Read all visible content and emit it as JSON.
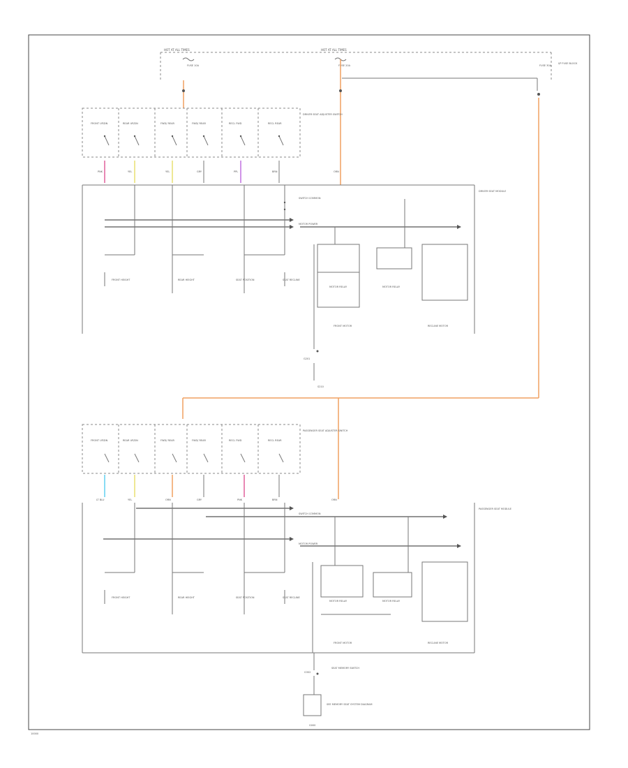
{
  "diagram": {
    "footer_code": "10000",
    "bottom_ref": "G000",
    "top": {
      "fuse_label_left": "HOT AT ALL TIMES",
      "fuse_label_right": "HOT AT ALL TIMES",
      "fuse_a": "FUSE 10A",
      "fuse_b": "FUSE 20A",
      "fuse_c": "FUSE 30A",
      "fuse_right_note": "I/P FUSE BLOCK"
    },
    "driver": {
      "switch_panel_label": "DRIVER SEAT ADJUSTER SWITCH",
      "module_label": "DRIVER SEAT MODULE",
      "switches": [
        "FRONT UP/DN",
        "REAR UP/DN",
        "FWD/ REAR",
        "FWD/ REAR",
        "RECL FWD",
        "RECL REAR"
      ],
      "bus_labels": [
        "SWITCH COMMON",
        "MOTOR POWER"
      ],
      "sensors": [
        "FRONT HEIGHT",
        "REAR HEIGHT",
        "SEAT POSITION",
        "SEAT RECLINE"
      ],
      "relays": [
        "MOTOR RELAY",
        "MOTOR RELAY"
      ],
      "motor_labels": [
        "FRONT MOTOR",
        "RECLINE MOTOR"
      ],
      "wire_colors": [
        "PNK",
        "YEL",
        "YEL",
        "GRY",
        "PPL",
        "BRN",
        "ORN"
      ],
      "ground_label": "G201",
      "splice_label": "S210"
    },
    "passenger": {
      "switch_panel_label": "PASSENGER SEAT ADJUSTER SWITCH",
      "module_label": "PASSENGER SEAT MODULE",
      "switches": [
        "FRONT UP/DN",
        "REAR UP/DN",
        "FWD/ REAR",
        "FWD/ REAR",
        "RECL FWD",
        "RECL REAR"
      ],
      "bus_labels": [
        "SWITCH COMMON",
        "MOTOR POWER"
      ],
      "sensors": [
        "FRONT HEIGHT",
        "REAR HEIGHT",
        "SEAT POSITION",
        "SEAT RECLINE"
      ],
      "relays": [
        "MOTOR RELAY",
        "MOTOR RELAY"
      ],
      "motor_labels": [
        "FRONT MOTOR",
        "RECLINE MOTOR"
      ],
      "wire_colors": [
        "LT BLU",
        "YEL",
        "ORN",
        "GRY",
        "PNK",
        "BRN",
        "ORN"
      ],
      "ground_label": "G302",
      "bottom_note_a": "SEAT MEMORY SWITCH",
      "bottom_note_b": "SEE MEMORY SEAT SYSTEM DIAGRAM"
    },
    "colors": {
      "orange_wire": "#f0a060",
      "pink_wire": "#e0609a",
      "yellow_wire": "#e8e070",
      "purple_wire": "#c070e0",
      "cyan_wire": "#60d0f0",
      "frame": "#444444"
    }
  }
}
